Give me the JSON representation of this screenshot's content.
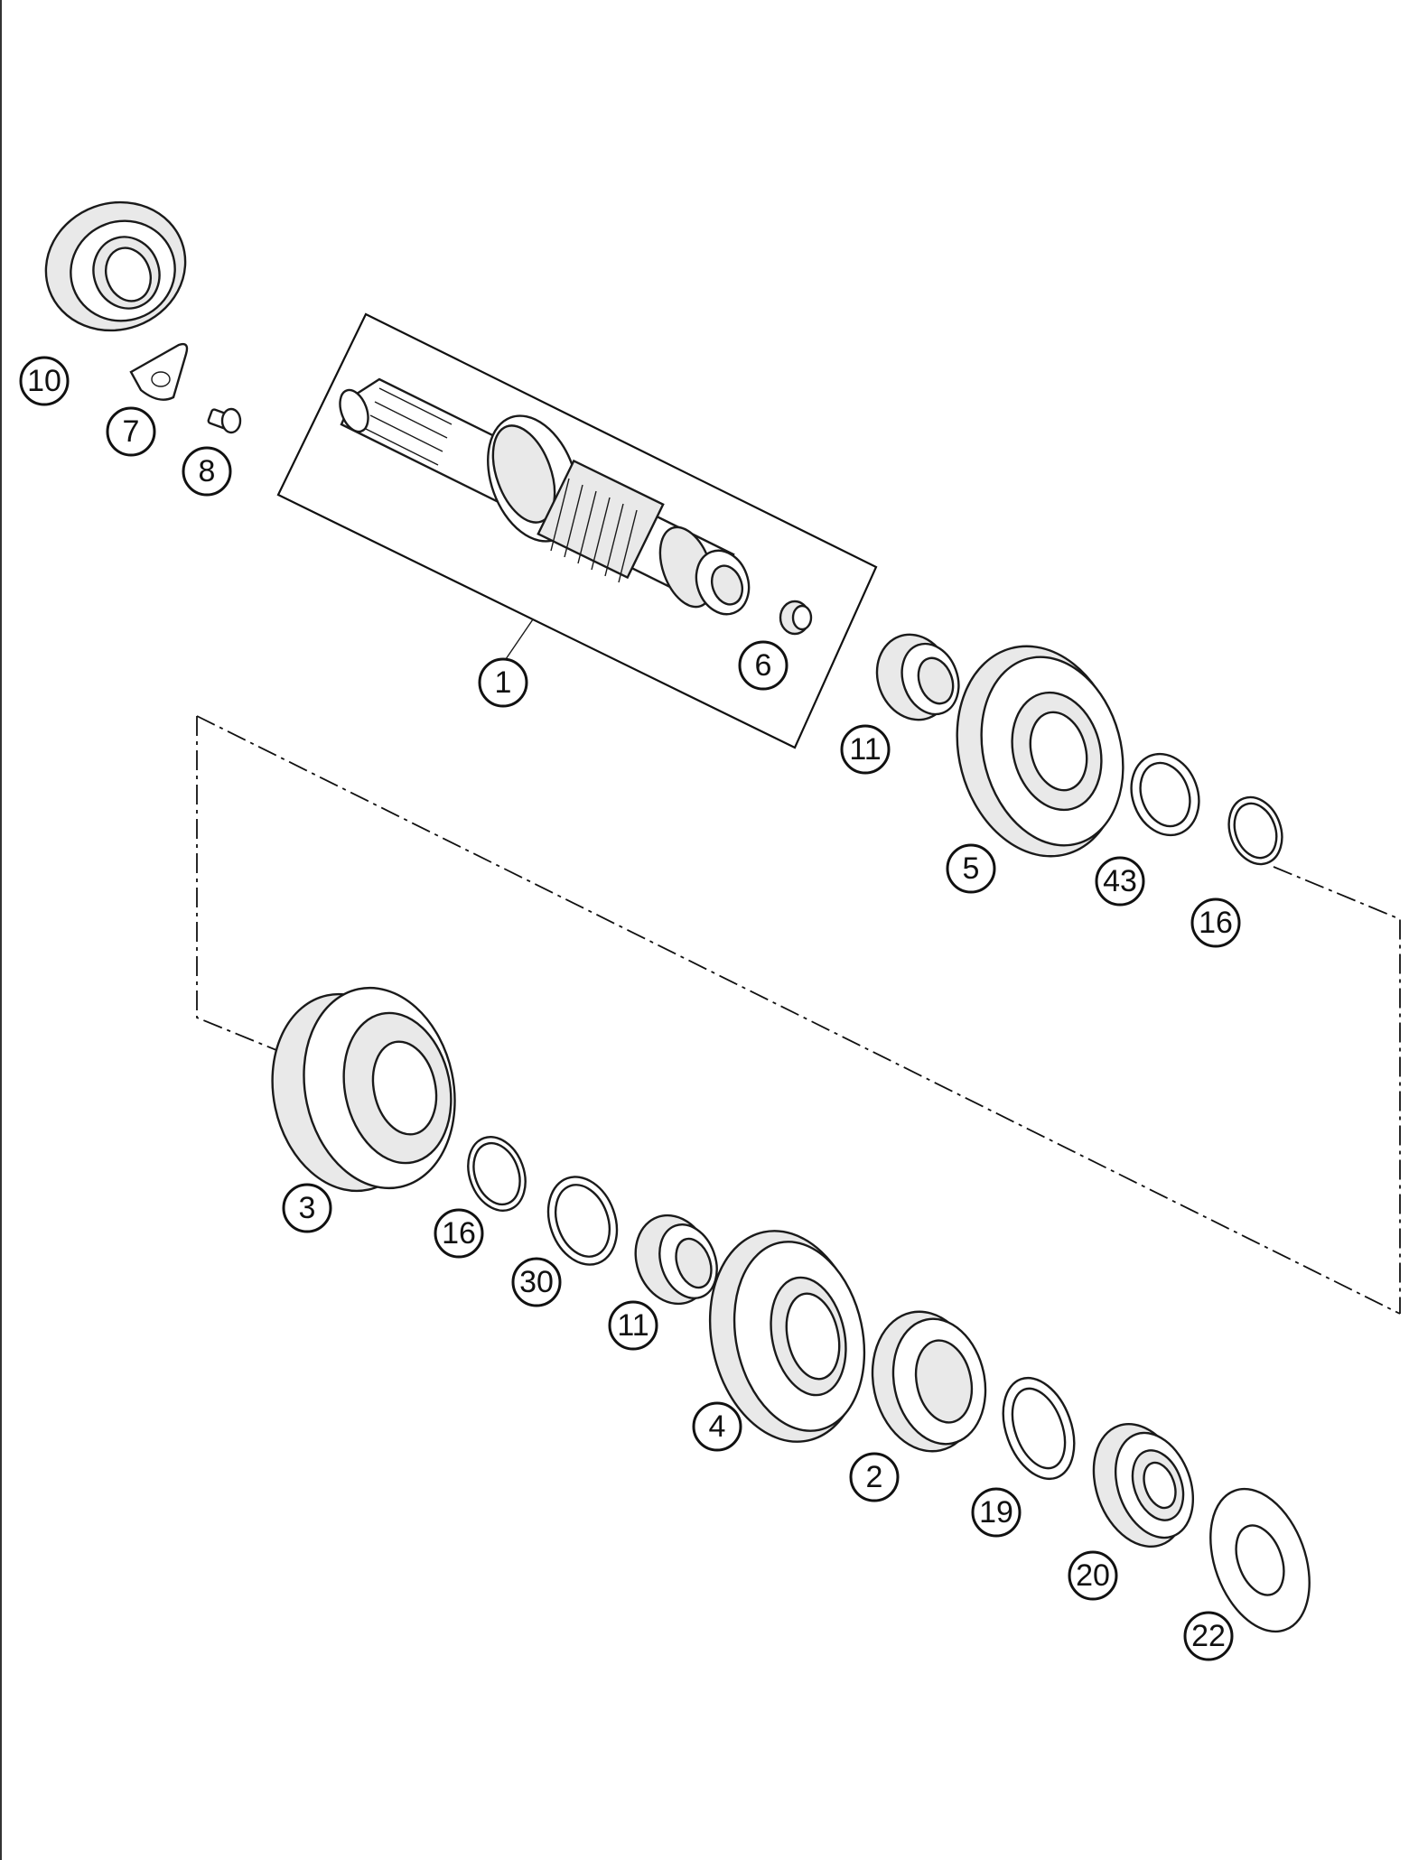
{
  "callouts": [
    {
      "key": "p10",
      "label": "10"
    },
    {
      "key": "p7",
      "label": "7"
    },
    {
      "key": "p8",
      "label": "8"
    },
    {
      "key": "p1",
      "label": "1"
    },
    {
      "key": "p6",
      "label": "6"
    },
    {
      "key": "p11a",
      "label": "11"
    },
    {
      "key": "p5",
      "label": "5"
    },
    {
      "key": "p43",
      "label": "43"
    },
    {
      "key": "p16a",
      "label": "16"
    },
    {
      "key": "p3",
      "label": "3"
    },
    {
      "key": "p16b",
      "label": "16"
    },
    {
      "key": "p30",
      "label": "30"
    },
    {
      "key": "p11b",
      "label": "11"
    },
    {
      "key": "p4",
      "label": "4"
    },
    {
      "key": "p2",
      "label": "2"
    },
    {
      "key": "p19",
      "label": "19"
    },
    {
      "key": "p20",
      "label": "20"
    },
    {
      "key": "p22",
      "label": "22"
    }
  ]
}
